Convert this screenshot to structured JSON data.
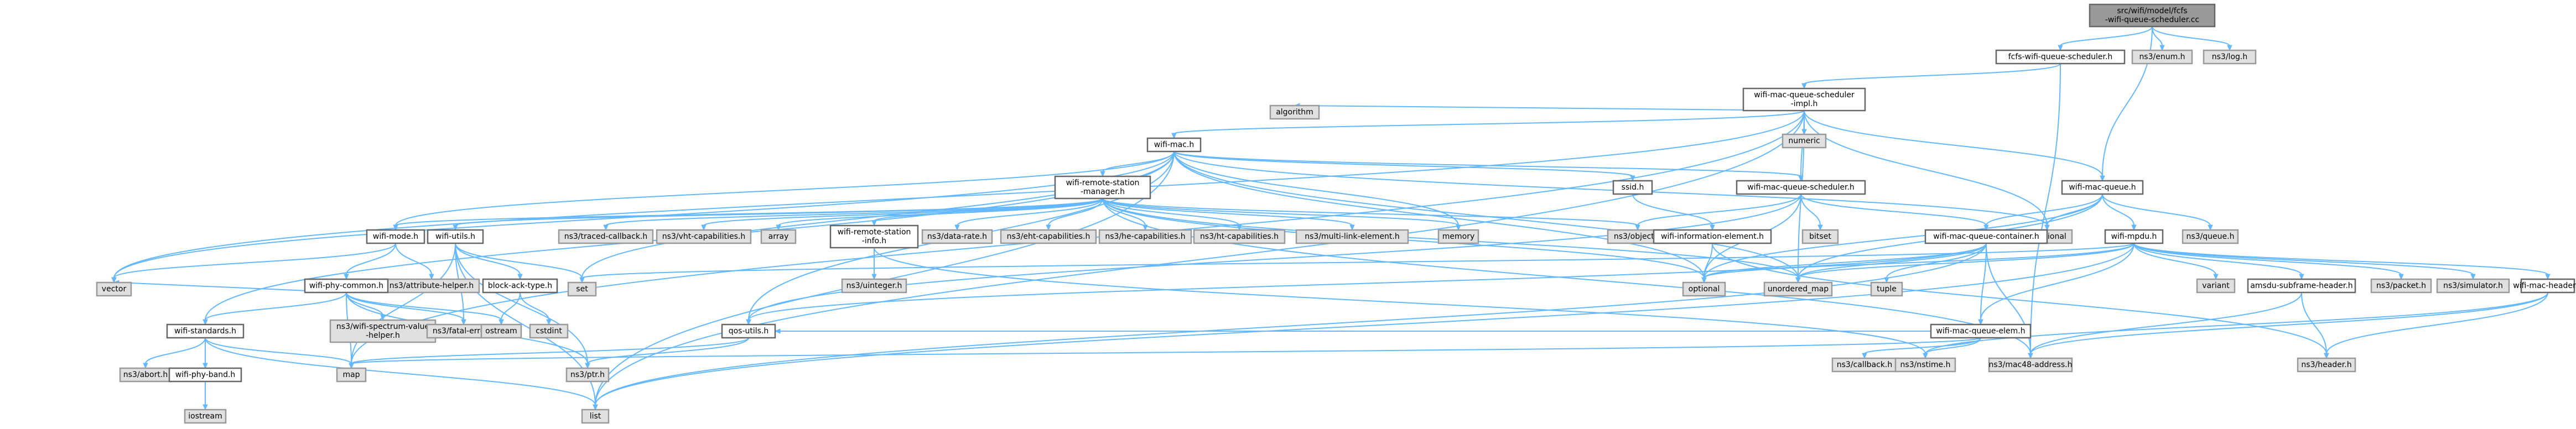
{
  "graph": {
    "root": "src/wifi/model/fcfs-wifi-queue-scheduler.cc",
    "nodes": [
      {
        "id": "n_root",
        "label": "src/wifi/model/fcfs\n-wifi-queue-scheduler.cc",
        "style": "root",
        "name": "root-file-node"
      },
      {
        "id": "n_fcfs_h",
        "label": "fcfs-wifi-queue-scheduler.h",
        "style": "white",
        "name": "fcfs-wifi-queue-scheduler-h-node"
      },
      {
        "id": "n_enum",
        "label": "ns3/enum.h",
        "style": "gray",
        "name": "ns3-enum-h-node"
      },
      {
        "id": "n_log",
        "label": "ns3/log.h",
        "style": "gray",
        "name": "ns3-log-h-node"
      },
      {
        "id": "n_sched_impl",
        "label": "wifi-mac-queue-scheduler\n-impl.h",
        "style": "white",
        "name": "wifi-mac-queue-scheduler-impl-h-node"
      },
      {
        "id": "n_algorithm",
        "label": "algorithm",
        "style": "gray",
        "name": "algorithm-node"
      },
      {
        "id": "n_numeric",
        "label": "numeric",
        "style": "gray",
        "name": "numeric-node"
      },
      {
        "id": "n_wifi_mac",
        "label": "wifi-mac.h",
        "style": "white",
        "name": "wifi-mac-h-node"
      },
      {
        "id": "n_wifi_mac_queue",
        "label": "wifi-mac-queue.h",
        "style": "white",
        "name": "wifi-mac-queue-h-node"
      },
      {
        "id": "n_remote_mgr",
        "label": "wifi-remote-station\n-manager.h",
        "style": "white",
        "name": "wifi-remote-station-manager-h-node"
      },
      {
        "id": "n_ssid",
        "label": "ssid.h",
        "style": "white",
        "name": "ssid-h-node"
      },
      {
        "id": "n_sched_h",
        "label": "wifi-mac-queue-scheduler.h",
        "style": "white",
        "name": "wifi-mac-queue-scheduler-h-node"
      },
      {
        "id": "n_functional",
        "label": "functional",
        "style": "gray",
        "name": "functional-node"
      },
      {
        "id": "n_ns3_queue",
        "label": "ns3/queue.h",
        "style": "gray",
        "name": "ns3-queue-h-node"
      },
      {
        "id": "n_wifi_mpdu",
        "label": "wifi-mpdu.h",
        "style": "white",
        "name": "wifi-mpdu-h-node"
      },
      {
        "id": "n_wifi_mode",
        "label": "wifi-mode.h",
        "style": "white",
        "name": "wifi-mode-h-node"
      },
      {
        "id": "n_wifi_utils",
        "label": "wifi-utils.h",
        "style": "white",
        "name": "wifi-utils-h-node"
      },
      {
        "id": "n_traced_cb",
        "label": "ns3/traced-callback.h",
        "style": "gray",
        "name": "ns3-traced-callback-h-node"
      },
      {
        "id": "n_vht_cap",
        "label": "ns3/vht-capabilities.h",
        "style": "gray",
        "name": "ns3-vht-capabilities-h-node"
      },
      {
        "id": "n_array",
        "label": "array",
        "style": "gray",
        "name": "array-node"
      },
      {
        "id": "n_remote_info",
        "label": "wifi-remote-station\n-info.h",
        "style": "white",
        "name": "wifi-remote-station-info-h-node"
      },
      {
        "id": "n_data_rate",
        "label": "ns3/data-rate.h",
        "style": "gray",
        "name": "ns3-data-rate-h-node"
      },
      {
        "id": "n_eht_cap",
        "label": "ns3/eht-capabilities.h",
        "style": "gray",
        "name": "ns3-eht-capabilities-h-node"
      },
      {
        "id": "n_he_cap",
        "label": "ns3/he-capabilities.h",
        "style": "gray",
        "name": "ns3-he-capabilities-h-node"
      },
      {
        "id": "n_ht_cap",
        "label": "ns3/ht-capabilities.h",
        "style": "gray",
        "name": "ns3-ht-capabilities-h-node"
      },
      {
        "id": "n_multi_link",
        "label": "ns3/multi-link-element.h",
        "style": "gray",
        "name": "ns3-multi-link-element-h-node"
      },
      {
        "id": "n_memory",
        "label": "memory",
        "style": "gray",
        "name": "memory-node"
      },
      {
        "id": "n_object",
        "label": "ns3/object.h",
        "style": "gray",
        "name": "ns3-object-h-node"
      },
      {
        "id": "n_bitset",
        "label": "bitset",
        "style": "gray",
        "name": "bitset-node"
      },
      {
        "id": "n_info_elem",
        "label": "wifi-information-element.h",
        "style": "white",
        "name": "wifi-information-element-h-node"
      },
      {
        "id": "n_container",
        "label": "wifi-mac-queue-container.h",
        "style": "white",
        "name": "wifi-mac-queue-container-h-node"
      },
      {
        "id": "n_variant",
        "label": "variant",
        "style": "gray",
        "name": "variant-node"
      },
      {
        "id": "n_amsdu",
        "label": "amsdu-subframe-header.h",
        "style": "white",
        "name": "amsdu-subframe-header-h-node"
      },
      {
        "id": "n_packet",
        "label": "ns3/packet.h",
        "style": "gray",
        "name": "ns3-packet-h-node"
      },
      {
        "id": "n_simulator",
        "label": "ns3/simulator.h",
        "style": "gray",
        "name": "ns3-simulator-h-node"
      },
      {
        "id": "n_mac_header",
        "label": "wifi-mac-header.h",
        "style": "white",
        "name": "wifi-mac-header-h-node"
      },
      {
        "id": "n_attr_helper",
        "label": "ns3/attribute-helper.h",
        "style": "gray",
        "name": "ns3-attribute-helper-h-node"
      },
      {
        "id": "n_phy_common",
        "label": "wifi-phy-common.h",
        "style": "white",
        "name": "wifi-phy-common-h-node"
      },
      {
        "id": "n_block_ack",
        "label": "block-ack-type.h",
        "style": "white",
        "name": "block-ack-type-h-node"
      },
      {
        "id": "n_set",
        "label": "set",
        "style": "gray",
        "name": "set-node"
      },
      {
        "id": "n_uinteger",
        "label": "ns3/uinteger.h",
        "style": "gray",
        "name": "ns3-uinteger-h-node"
      },
      {
        "id": "n_optional",
        "label": "optional",
        "style": "gray",
        "name": "optional-node"
      },
      {
        "id": "n_unordered_map",
        "label": "unordered_map",
        "style": "gray",
        "name": "unordered-map-node"
      },
      {
        "id": "n_tuple",
        "label": "tuple",
        "style": "gray",
        "name": "tuple-node"
      },
      {
        "id": "n_queue_elem",
        "label": "wifi-mac-queue-elem.h",
        "style": "white",
        "name": "wifi-mac-queue-elem-h-node"
      },
      {
        "id": "n_vector",
        "label": "vector",
        "style": "gray",
        "name": "vector-node"
      },
      {
        "id": "n_standards",
        "label": "wifi-standards.h",
        "style": "white",
        "name": "wifi-standards-h-node"
      },
      {
        "id": "n_spectrum_helper",
        "label": "ns3/wifi-spectrum-value\n-helper.h",
        "style": "gray",
        "name": "ns3-wifi-spectrum-value-helper-h-node"
      },
      {
        "id": "n_fatal_error",
        "label": "ns3/fatal-error.h",
        "style": "gray",
        "name": "ns3-fatal-error-h-node"
      },
      {
        "id": "n_ostream",
        "label": "ostream",
        "style": "gray",
        "name": "ostream-node"
      },
      {
        "id": "n_cstdint",
        "label": "cstdint",
        "style": "gray",
        "name": "cstdint-node"
      },
      {
        "id": "n_qos_utils",
        "label": "qos-utils.h",
        "style": "white",
        "name": "qos-utils-h-node"
      },
      {
        "id": "n_callback",
        "label": "ns3/callback.h",
        "style": "gray",
        "name": "ns3-callback-h-node"
      },
      {
        "id": "n_nstime",
        "label": "ns3/nstime.h",
        "style": "gray",
        "name": "ns3-nstime-h-node"
      },
      {
        "id": "n_mac48",
        "label": "ns3/mac48-address.h",
        "style": "gray",
        "name": "ns3-mac48-address-h-node"
      },
      {
        "id": "n_header",
        "label": "ns3/header.h",
        "style": "gray",
        "name": "ns3-header-h-node"
      },
      {
        "id": "n_abort",
        "label": "ns3/abort.h",
        "style": "gray",
        "name": "ns3-abort-h-node"
      },
      {
        "id": "n_map",
        "label": "map",
        "style": "gray",
        "name": "map-node"
      },
      {
        "id": "n_ptr",
        "label": "ns3/ptr.h",
        "style": "gray",
        "name": "ns3-ptr-h-node"
      },
      {
        "id": "n_phy_band",
        "label": "wifi-phy-band.h",
        "style": "white",
        "name": "wifi-phy-band-h-node"
      },
      {
        "id": "n_list",
        "label": "list",
        "style": "gray",
        "name": "list-node"
      },
      {
        "id": "n_iostream",
        "label": "iostream",
        "style": "gray",
        "name": "iostream-node"
      }
    ],
    "edges": [
      [
        "n_root",
        "n_fcfs_h"
      ],
      [
        "n_root",
        "n_enum"
      ],
      [
        "n_root",
        "n_log"
      ],
      [
        "n_root",
        "n_wifi_mac_queue"
      ],
      [
        "n_fcfs_h",
        "n_sched_impl"
      ],
      [
        "n_fcfs_h",
        "n_mac48"
      ],
      [
        "n_sched_impl",
        "n_algorithm"
      ],
      [
        "n_sched_impl",
        "n_numeric"
      ],
      [
        "n_sched_impl",
        "n_wifi_mac"
      ],
      [
        "n_sched_impl",
        "n_wifi_mac_queue"
      ],
      [
        "n_sched_impl",
        "n_sched_h"
      ],
      [
        "n_sched_impl",
        "n_functional"
      ],
      [
        "n_sched_impl",
        "n_vector"
      ],
      [
        "n_sched_impl",
        "n_list"
      ],
      [
        "n_sched_impl",
        "n_map"
      ],
      [
        "n_sched_impl",
        "n_unordered_map"
      ],
      [
        "n_wifi_mac",
        "n_remote_mgr"
      ],
      [
        "n_wifi_mac",
        "n_ssid"
      ],
      [
        "n_wifi_mac",
        "n_sched_h"
      ],
      [
        "n_wifi_mac",
        "n_qos_utils"
      ],
      [
        "n_wifi_mac",
        "n_standards"
      ],
      [
        "n_wifi_mac",
        "n_wifi_mode"
      ],
      [
        "n_wifi_mac",
        "n_memory"
      ],
      [
        "n_wifi_mac",
        "n_functional"
      ],
      [
        "n_wifi_mac",
        "n_set"
      ],
      [
        "n_wifi_mac",
        "n_list"
      ],
      [
        "n_wifi_mac",
        "n_unordered_map"
      ],
      [
        "n_wifi_mac",
        "n_vector"
      ],
      [
        "n_wifi_mac",
        "n_optional"
      ],
      [
        "n_remote_mgr",
        "n_wifi_utils"
      ],
      [
        "n_remote_mgr",
        "n_traced_cb"
      ],
      [
        "n_remote_mgr",
        "n_vht_cap"
      ],
      [
        "n_remote_mgr",
        "n_array"
      ],
      [
        "n_remote_mgr",
        "n_remote_info"
      ],
      [
        "n_remote_mgr",
        "n_data_rate"
      ],
      [
        "n_remote_mgr",
        "n_eht_cap"
      ],
      [
        "n_remote_mgr",
        "n_he_cap"
      ],
      [
        "n_remote_mgr",
        "n_ht_cap"
      ],
      [
        "n_remote_mgr",
        "n_multi_link"
      ],
      [
        "n_remote_mgr",
        "n_memory"
      ],
      [
        "n_remote_mgr",
        "n_object"
      ],
      [
        "n_remote_mgr",
        "n_wifi_mode"
      ],
      [
        "n_remote_mgr",
        "n_optional"
      ],
      [
        "n_remote_mgr",
        "n_unordered_map"
      ],
      [
        "n_remote_mgr",
        "n_mac48"
      ],
      [
        "n_ssid",
        "n_info_elem"
      ],
      [
        "n_sched_h",
        "n_object"
      ],
      [
        "n_sched_h",
        "n_bitset"
      ],
      [
        "n_sched_h",
        "n_container"
      ],
      [
        "n_sched_h",
        "n_optional"
      ],
      [
        "n_sched_h",
        "n_qos_utils"
      ],
      [
        "n_wifi_mac_queue",
        "n_ns3_queue"
      ],
      [
        "n_wifi_mac_queue",
        "n_wifi_mpdu"
      ],
      [
        "n_wifi_mac_queue",
        "n_container"
      ],
      [
        "n_wifi_mac_queue",
        "n_functional"
      ],
      [
        "n_wifi_mac_queue",
        "n_optional"
      ],
      [
        "n_wifi_mac_queue",
        "n_unordered_map"
      ],
      [
        "n_wifi_mpdu",
        "n_variant"
      ],
      [
        "n_wifi_mpdu",
        "n_amsdu"
      ],
      [
        "n_wifi_mpdu",
        "n_packet"
      ],
      [
        "n_wifi_mpdu",
        "n_simulator"
      ],
      [
        "n_wifi_mpdu",
        "n_mac_header"
      ],
      [
        "n_wifi_mpdu",
        "n_queue_elem"
      ],
      [
        "n_wifi_mpdu",
        "n_set"
      ],
      [
        "n_wifi_mpdu",
        "n_list"
      ],
      [
        "n_wifi_mpdu",
        "n_optional"
      ],
      [
        "n_wifi_mpdu",
        "n_unordered_map"
      ],
      [
        "n_wifi_mode",
        "n_attr_helper"
      ],
      [
        "n_wifi_mode",
        "n_phy_common"
      ],
      [
        "n_wifi_mode",
        "n_vector"
      ],
      [
        "n_wifi_utils",
        "n_block_ack"
      ],
      [
        "n_wifi_utils",
        "n_fatal_error"
      ],
      [
        "n_wifi_utils",
        "n_ptr"
      ],
      [
        "n_wifi_utils",
        "n_list"
      ],
      [
        "n_wifi_utils",
        "n_map"
      ],
      [
        "n_wifi_utils",
        "n_set"
      ],
      [
        "n_remote_info",
        "n_uinteger"
      ],
      [
        "n_remote_info",
        "n_nstime"
      ],
      [
        "n_info_elem",
        "n_optional"
      ],
      [
        "n_info_elem",
        "n_header"
      ],
      [
        "n_container",
        "n_tuple"
      ],
      [
        "n_container",
        "n_queue_elem"
      ],
      [
        "n_container",
        "n_mac48"
      ],
      [
        "n_container",
        "n_list"
      ],
      [
        "n_container",
        "n_unordered_map"
      ],
      [
        "n_container",
        "n_optional"
      ],
      [
        "n_container",
        "n_qos_utils"
      ],
      [
        "n_queue_elem",
        "n_callback"
      ],
      [
        "n_queue_elem",
        "n_nstime"
      ],
      [
        "n_queue_elem",
        "n_map"
      ],
      [
        "n_queue_elem",
        "n_qos_utils"
      ],
      [
        "n_amsdu",
        "n_header"
      ],
      [
        "n_amsdu",
        "n_mac48"
      ],
      [
        "n_mac_header",
        "n_header"
      ],
      [
        "n_mac_header",
        "n_mac48"
      ],
      [
        "n_mac_header",
        "n_nstime"
      ],
      [
        "n_phy_common",
        "n_standards"
      ],
      [
        "n_phy_common",
        "n_spectrum_helper"
      ],
      [
        "n_phy_common",
        "n_fatal_error"
      ],
      [
        "n_phy_common",
        "n_ptr"
      ],
      [
        "n_phy_common",
        "n_ostream"
      ],
      [
        "n_phy_common",
        "n_vector"
      ],
      [
        "n_phy_common",
        "n_map"
      ],
      [
        "n_block_ack",
        "n_ostream"
      ],
      [
        "n_block_ack",
        "n_cstdint"
      ],
      [
        "n_qos_utils",
        "n_ptr"
      ],
      [
        "n_qos_utils",
        "n_map"
      ],
      [
        "n_standards",
        "n_phy_band"
      ],
      [
        "n_standards",
        "n_abort"
      ],
      [
        "n_standards",
        "n_map"
      ],
      [
        "n_standards",
        "n_list"
      ],
      [
        "n_phy_band",
        "n_iostream"
      ]
    ]
  }
}
